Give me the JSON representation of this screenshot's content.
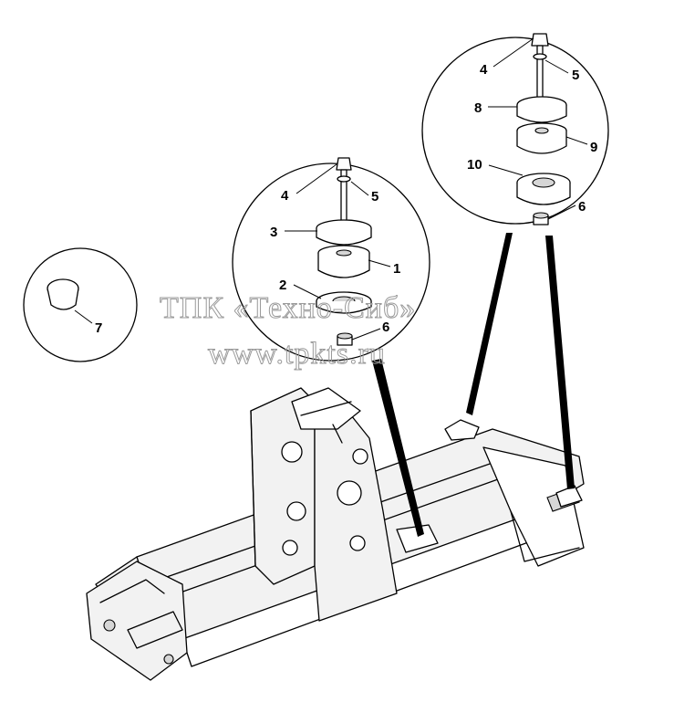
{
  "watermark": {
    "line1": "ТПК «Техно-Сиб»",
    "line2": "www.tpkts.ru"
  },
  "callouts": {
    "c1": "1",
    "c2": "2",
    "c3": "3",
    "c4a": "4",
    "c5a": "5",
    "c6a": "6",
    "c7": "7",
    "c4b": "4",
    "c5b": "5",
    "c8": "8",
    "c9": "9",
    "c10": "10",
    "c6b": "6"
  }
}
